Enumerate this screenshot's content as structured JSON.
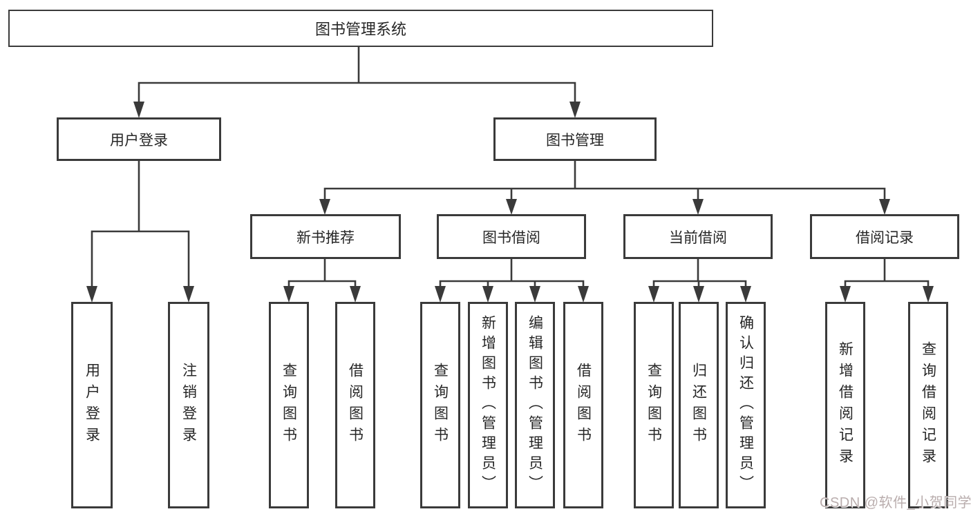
{
  "diagram": {
    "root": {
      "label": "图书管理系统"
    },
    "level2": [
      {
        "id": "user-login",
        "label": "用户登录"
      },
      {
        "id": "book-management",
        "label": "图书管理"
      }
    ],
    "level3": [
      {
        "id": "new-book-recommend",
        "label": "新书推荐",
        "parent": "图书管理"
      },
      {
        "id": "book-borrowing",
        "label": "图书借阅",
        "parent": "图书管理"
      },
      {
        "id": "current-borrowing",
        "label": "当前借阅",
        "parent": "图书管理"
      },
      {
        "id": "borrowing-records",
        "label": "借阅记录",
        "parent": "图书管理"
      }
    ],
    "leaves": [
      {
        "group": "用户登录",
        "label": "用户登录"
      },
      {
        "group": "用户登录",
        "label": "注销登录"
      },
      {
        "group": "新书推荐",
        "label": "查询图书"
      },
      {
        "group": "新书推荐",
        "label": "借阅图书"
      },
      {
        "group": "图书借阅",
        "label": "查询图书"
      },
      {
        "group": "图书借阅",
        "label": "新增图书（管理员）"
      },
      {
        "group": "图书借阅",
        "label": "编辑图书（管理员）"
      },
      {
        "group": "图书借阅",
        "label": "借阅图书"
      },
      {
        "group": "当前借阅",
        "label": "查询图书"
      },
      {
        "group": "当前借阅",
        "label": "归还图书"
      },
      {
        "group": "当前借阅",
        "label": "确认归还（管理员）"
      },
      {
        "group": "借阅记录",
        "label": "新增借阅记录"
      },
      {
        "group": "借阅记录",
        "label": "查询借阅记录"
      }
    ]
  },
  "watermark": {
    "text": "CSDN @软件_小贺同学"
  },
  "colors": {
    "line": "#3a3a3a",
    "text": "#262626",
    "watermark": "#b9adad",
    "background": "#ffffff"
  }
}
